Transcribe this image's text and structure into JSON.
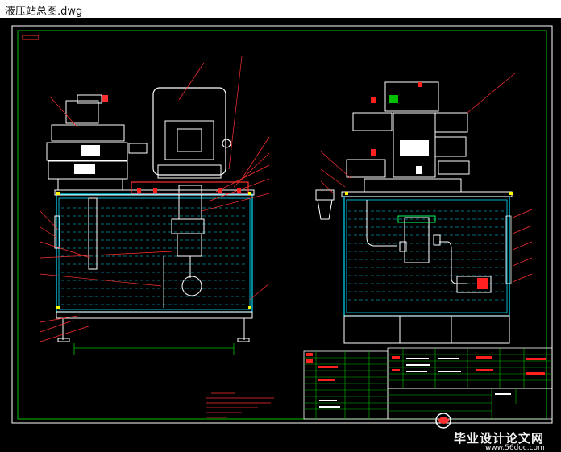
{
  "window": {
    "title": "液压站总图.dwg"
  },
  "watermark": {
    "text": "毕业设计论文网",
    "url": "www.56doc.com"
  },
  "colors": {
    "frame": "#ffffff",
    "green": "#00c000",
    "tank": "#00e0ff",
    "red": "#ff2020",
    "yellow": "#ffff00",
    "magenta": "#ff40ff"
  }
}
